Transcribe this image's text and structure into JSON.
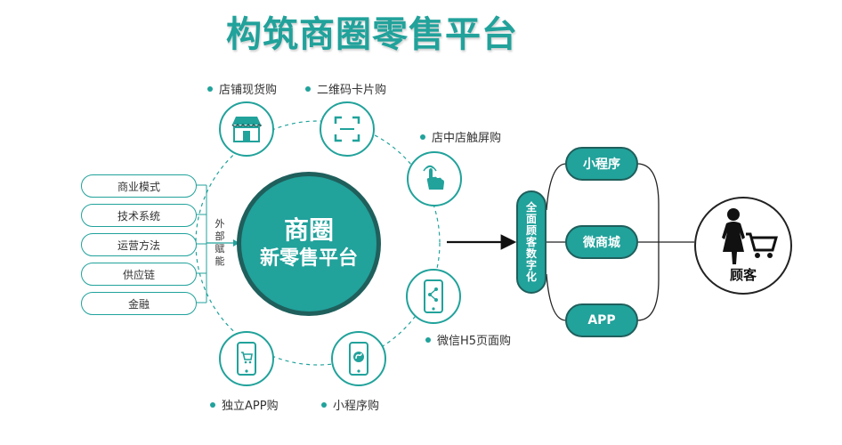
{
  "title": "构筑商圈零售平台",
  "hub": {
    "line1": "商圈",
    "line2": "新零售平台"
  },
  "left_items": [
    "商业模式",
    "技术系统",
    "运营方法",
    "供应链",
    "金融"
  ],
  "external_label": "外部赋能",
  "purchase_modes": [
    {
      "label": "店铺现货购",
      "icon": "storefront-icon"
    },
    {
      "label": "二维码卡片购",
      "icon": "qr-scan-icon"
    },
    {
      "label": "店中店触屏购",
      "icon": "touch-hand-icon"
    },
    {
      "label": "微信H5页面购",
      "icon": "phone-share-icon"
    },
    {
      "label": "小程序购",
      "icon": "phone-miniprogram-icon"
    },
    {
      "label": "独立APP购",
      "icon": "phone-cart-icon"
    }
  ],
  "digital_label": "全面顾客数字化",
  "channels": [
    "小程序",
    "微商城",
    "APP"
  ],
  "customer_label": "顾客",
  "colors": {
    "teal": "#21a29b",
    "dark_teal": "#1f5f5c",
    "text": "#333333"
  }
}
